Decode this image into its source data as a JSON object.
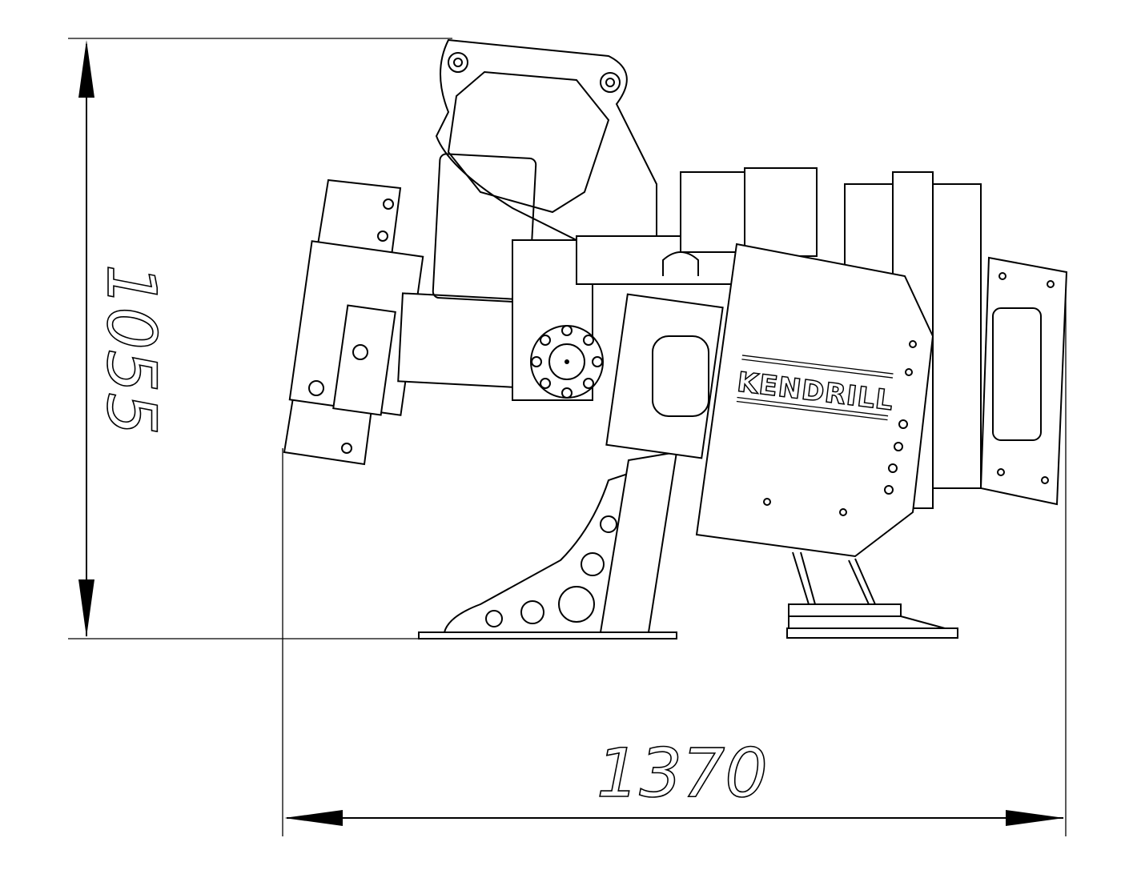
{
  "dimensions": {
    "height_label": "1055",
    "width_label": "1370"
  },
  "logo": {
    "text": "KENDRILL"
  }
}
